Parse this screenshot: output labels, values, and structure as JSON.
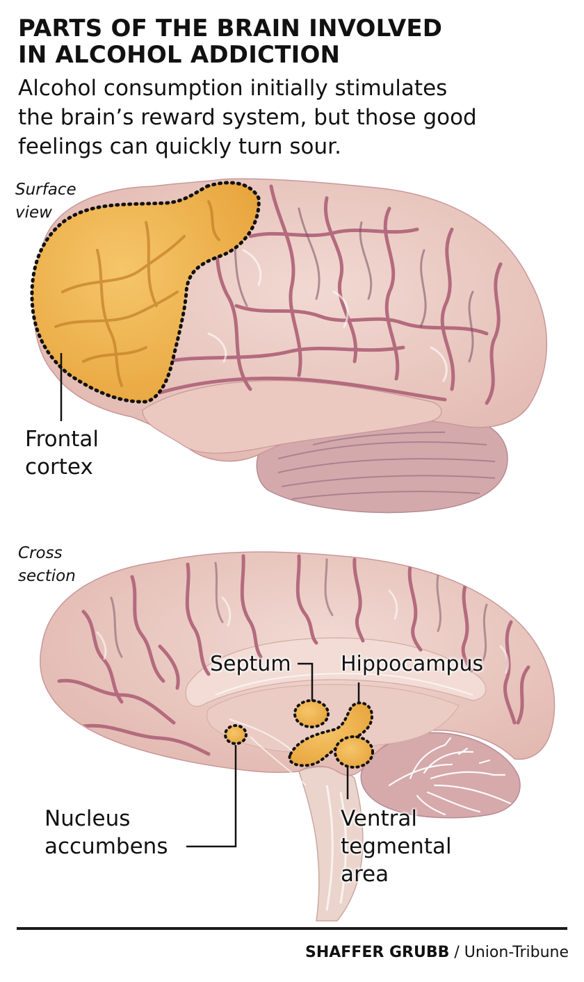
{
  "header": {
    "title_line1": "PARTS OF THE BRAIN INVOLVED",
    "title_line2": "IN ALCOHOL ADDICTION",
    "subtitle_line1": "Alcohol consumption initially stimulates",
    "subtitle_line2": "the brain’s reward system, but those good",
    "subtitle_line3": "feelings can quickly turn sour."
  },
  "surface_view": {
    "label_line1": "Surface",
    "label_line2": "view",
    "callouts": {
      "frontal_line1": "Frontal",
      "frontal_line2": "cortex"
    }
  },
  "cross_section": {
    "label_line1": "Cross",
    "label_line2": "section",
    "callouts": {
      "septum": "Septum",
      "hippocampus": "Hippocampus",
      "nucleus_line1": "Nucleus",
      "nucleus_line2": "accumbens",
      "vta_line1": "Ventral",
      "vta_line2": "tegmental",
      "vta_line3": "area"
    }
  },
  "credit": {
    "name": "SHAFFER GRUBB",
    "separator": " / ",
    "outlet": "Union-Tribune"
  },
  "colors": {
    "brain_fill": "#e9c7bf",
    "brain_light": "#f1d9d2",
    "sulcus": "#b46b7e",
    "sulcus_dark": "#7a4f63",
    "highlight": "#f0b552",
    "highlight_dark": "#d9952f",
    "cerebellum": "#cfa4a6",
    "brainstem": "#ebd4cc"
  }
}
